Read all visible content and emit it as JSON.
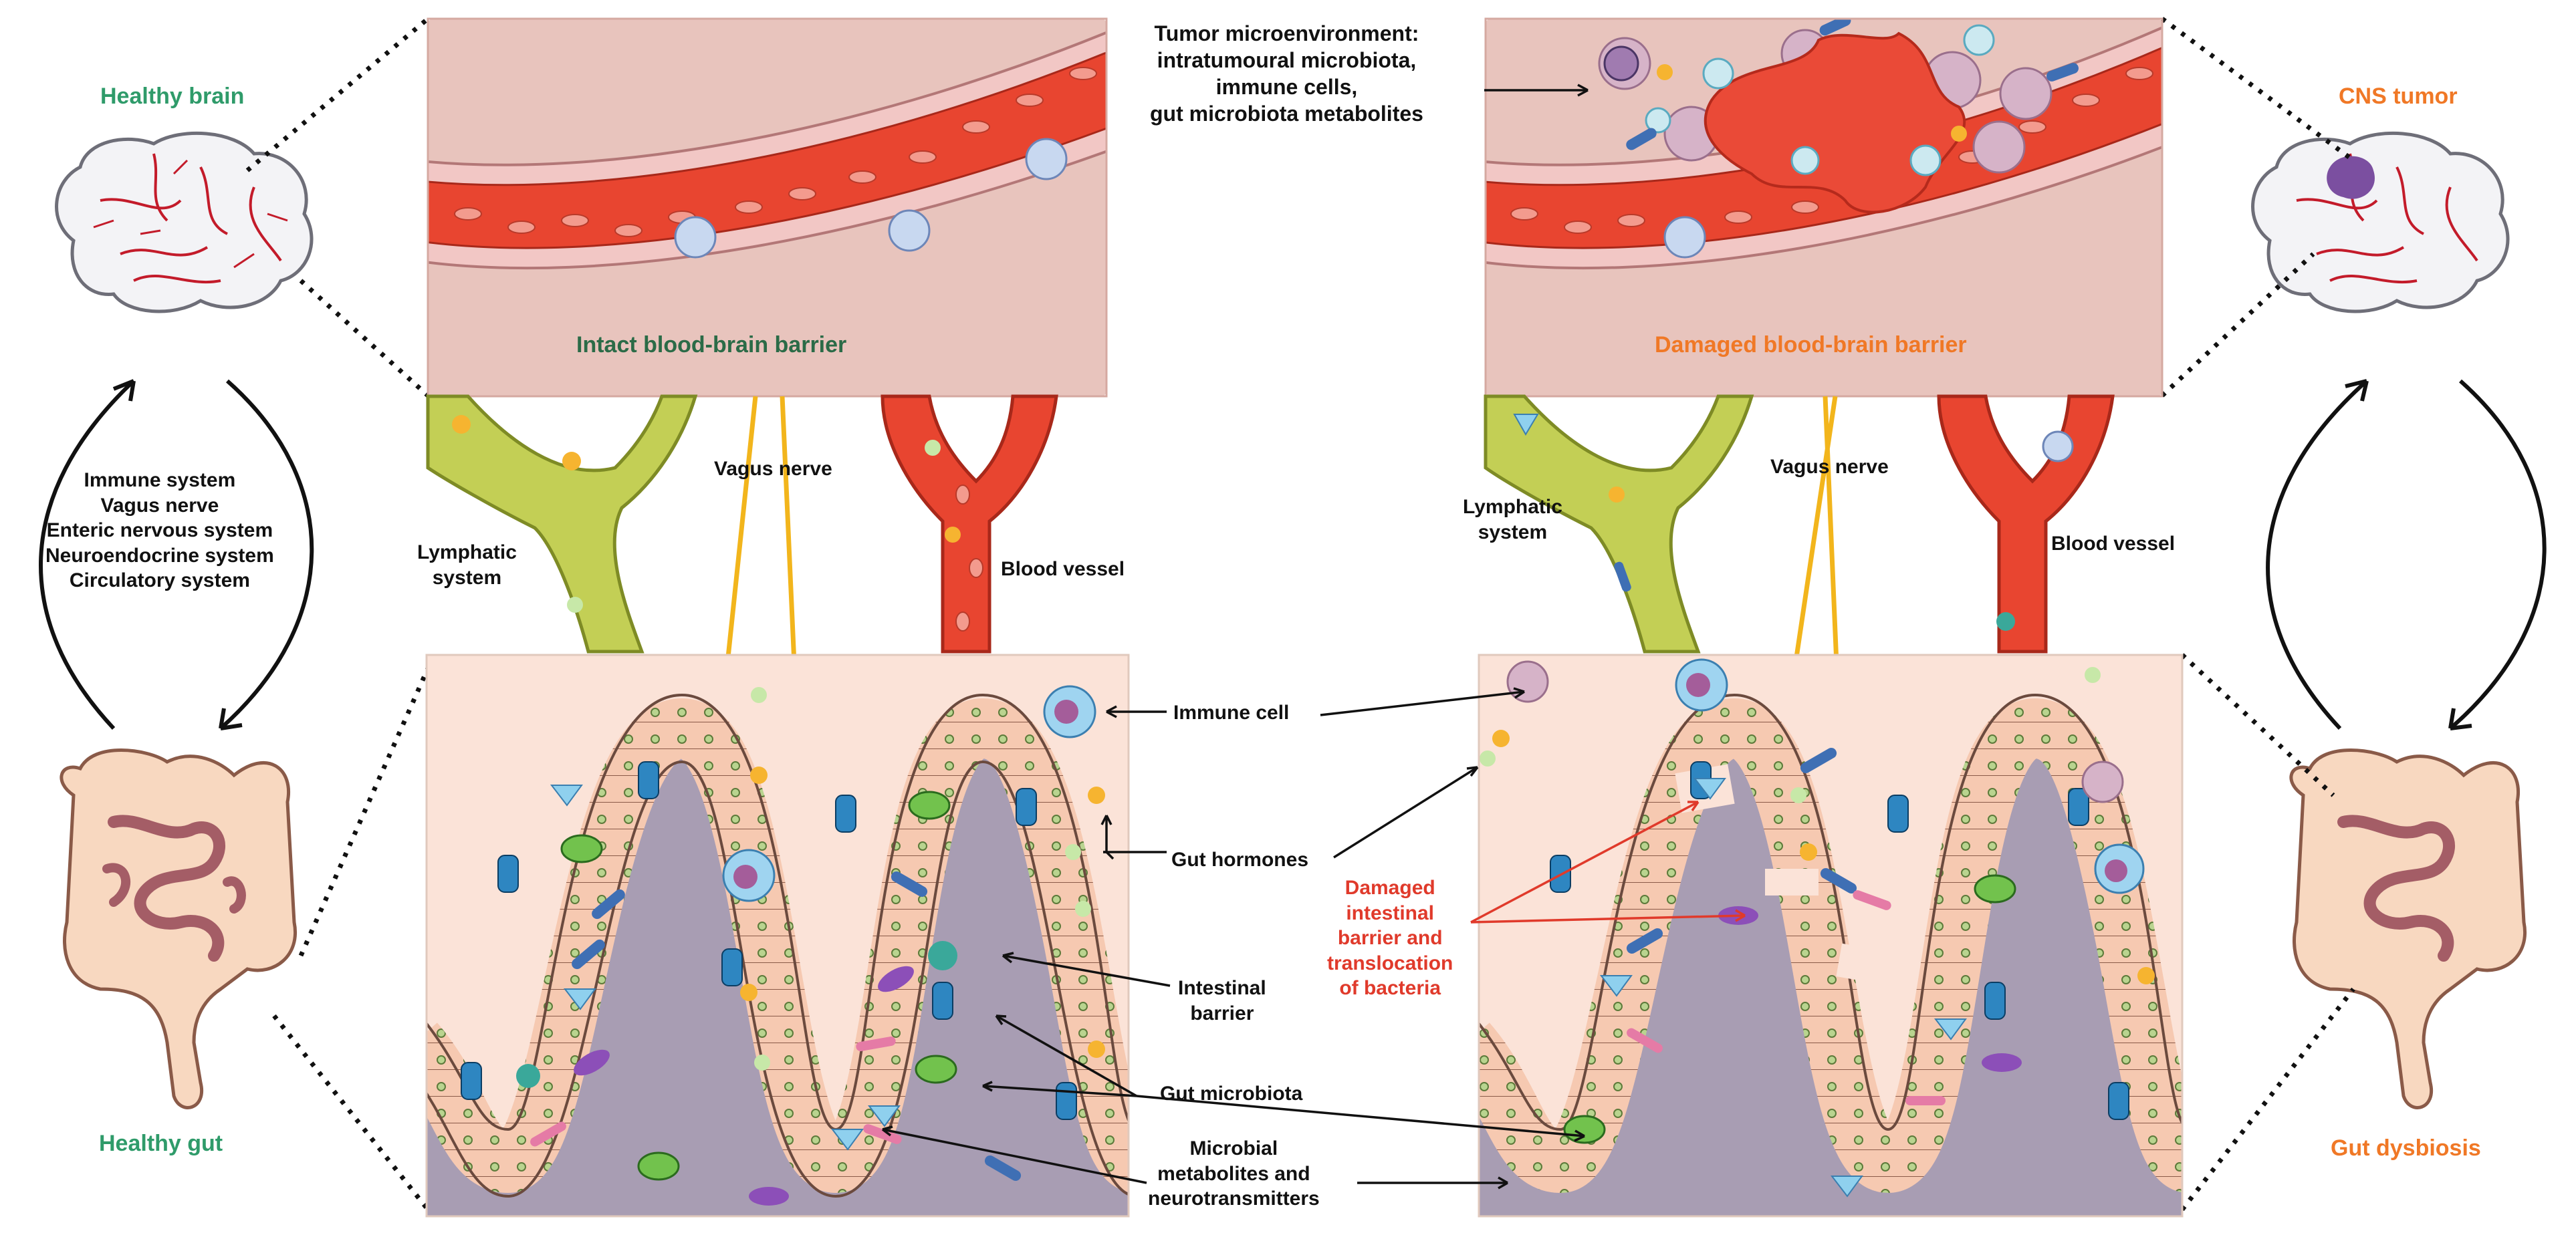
{
  "labels": {
    "healthy_brain": "Healthy brain",
    "healthy_gut": "Healthy gut",
    "cns_tumor": "CNS tumor",
    "gut_dysbiosis": "Gut dysbiosis",
    "intact_bbb": "Intact blood-brain barrier",
    "damaged_bbb": "Damaged blood-brain barrier",
    "tumor_microenvironment": [
      "Tumor microenvironment:",
      "intratumoural microbiota,",
      "immune cells,",
      "gut microbiota metabolites"
    ],
    "axis_list": [
      "Immune system",
      "Vagus nerve",
      "Enteric nervous system",
      "Neuroendocrine system",
      "Circulatory system"
    ],
    "vagus_left": "Vagus nerve",
    "vagus_right": "Vagus nerve",
    "lymphatic_left": [
      "Lymphatic",
      "system"
    ],
    "lymphatic_right": [
      "Lymphatic",
      "system"
    ],
    "blood_vessel_left": "Blood vessel",
    "blood_vessel_right": "Blood vessel",
    "immune_cell": "Immune cell",
    "gut_hormones": "Gut hormones",
    "intestinal_barrier": [
      "Intestinal",
      "barrier"
    ],
    "gut_microbiota": "Gut microbiota",
    "microbial_metabolites": [
      "Microbial",
      "metabolites and",
      "neurotransmitters"
    ],
    "damaged_intestinal": [
      "Damaged",
      "intestinal",
      "barrier and",
      "translocation",
      "of bacteria"
    ]
  },
  "colors": {
    "healthy_green": "#2f9b6a",
    "tumor_orange": "#f07826",
    "damage_red": "#e03a2b",
    "bbb_panel": "#e8c4bd",
    "gut_panel": "#fbe3d8",
    "vessel_red": "#e8462f",
    "lymph_green": "#c3cf55",
    "nerve_yellow": "#f2b51c",
    "villus_tissue": "#f4c2a8",
    "lumen_purple": "#a89db3"
  }
}
